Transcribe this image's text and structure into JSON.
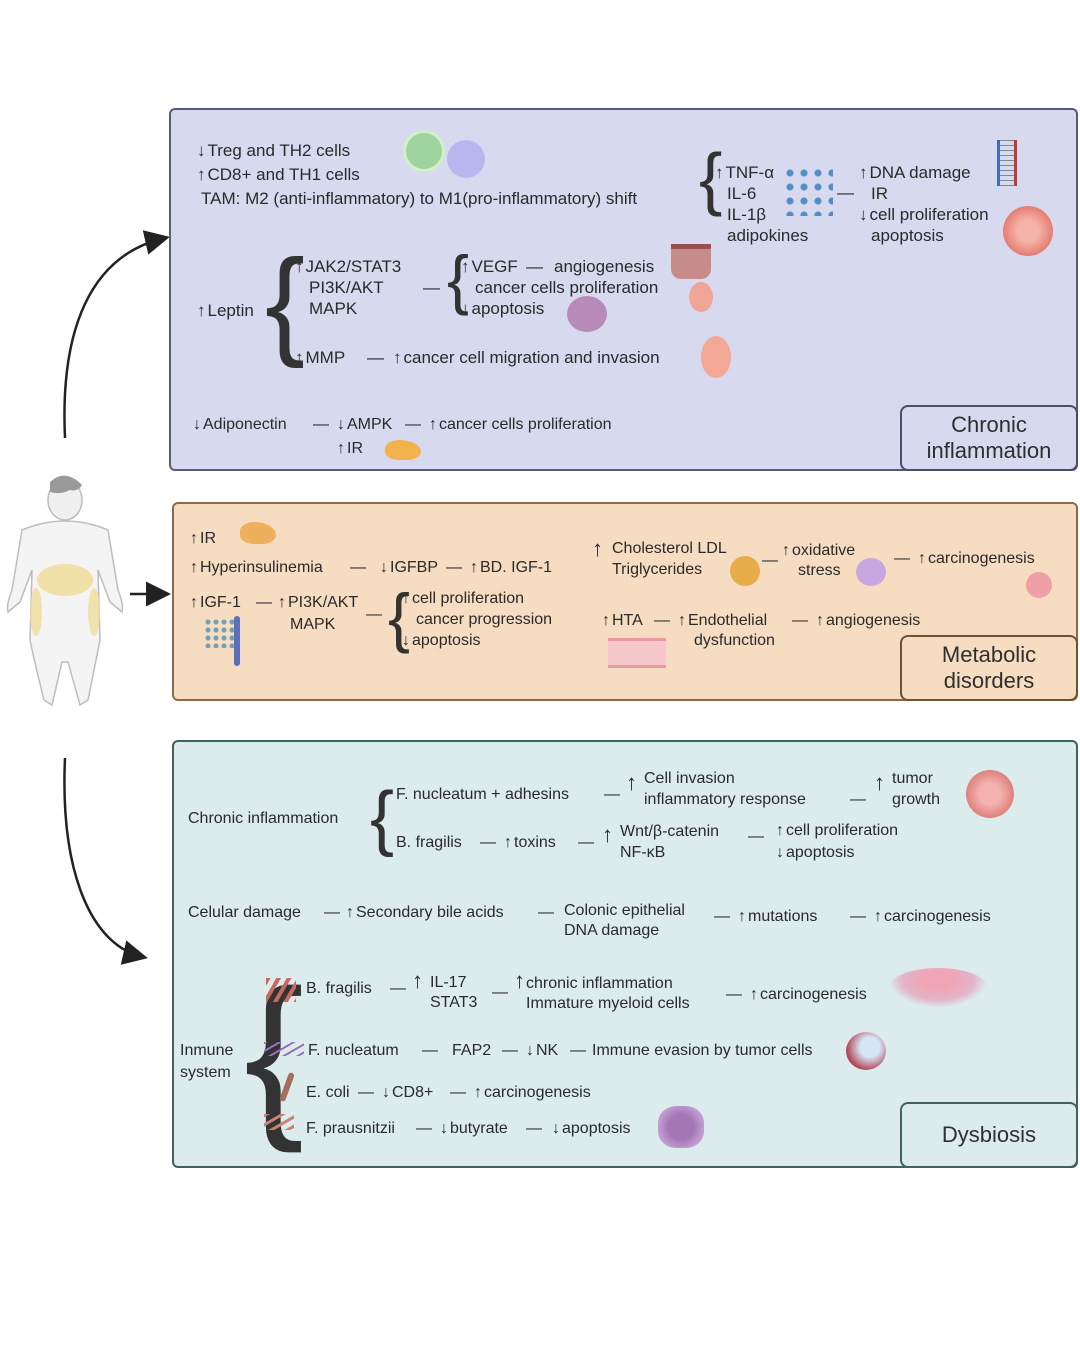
{
  "figure": {
    "subject_icon": "obese-woman-figure",
    "panels": {
      "chronic_inflammation": {
        "title": "Chronic inflammation",
        "color": "#d7d9ef",
        "cells_line1": "Treg and TH2 cells",
        "cells_line2": "CD8+ and TH1 cells",
        "tam_shift": "TAM: M2 (anti-inflammatory) to M1(pro-inflammatory) shift",
        "cytokines": [
          "TNF-α",
          "IL-6",
          "IL-1β",
          "adipokines"
        ],
        "effects_up": [
          "DNA damage",
          "IR"
        ],
        "effects_down": [
          "cell proliferation",
          "apoptosis"
        ],
        "leptin": "Leptin",
        "leptin_pathways": [
          "JAK2/STAT3",
          "PI3K/AKT",
          "MAPK"
        ],
        "vegf": "VEGF",
        "angiogenesis": "angiogenesis",
        "cancer_cells_proliferation": "cancer cells proliferation",
        "apoptosis": "apoptosis",
        "mmp": "MMP",
        "migration": "cancer cell migration and invasion",
        "adiponectin": "Adiponectin",
        "ampk": "AMPK",
        "ir": "IR",
        "adipo_result": "cancer cells proliferation"
      },
      "metabolic_disorders": {
        "title": "Metabolic disorders",
        "color": "#f6dcc0",
        "ir": "IR",
        "hyperinsulinemia": "Hyperinsulinemia",
        "igfbp": "IGFBP",
        "bd_igf1": "BD. IGF-1",
        "igf1": "IGF-1",
        "pathways": [
          "PI3K/AKT",
          "MAPK"
        ],
        "outcomes": [
          "cell proliferation",
          "cancer progression",
          "apoptosis"
        ],
        "lipids": [
          "Cholesterol LDL",
          "Triglycerides"
        ],
        "oxidative_stress": [
          "oxidative",
          "stress"
        ],
        "carcinogenesis": "carcinogenesis",
        "hta": "HTA",
        "endothelial": [
          "Endothelial",
          "dysfunction"
        ],
        "angiogenesis": "angiogenesis"
      },
      "dysbiosis": {
        "title": "Dysbiosis",
        "color": "#dcecec",
        "chronic_inflammation_label": "Chronic inflammation",
        "fnuc_adhesins": "F. nucleatum + adhesins",
        "cell_invasion": [
          "Cell invasion",
          "inflammatory response"
        ],
        "tumor_growth": [
          "tumor",
          "growth"
        ],
        "bfrag1": "B. fragilis",
        "toxins": "toxins",
        "wnt": [
          "Wnt/β-catenin",
          "NF-κB"
        ],
        "cell_prolif": "cell proliferation",
        "apoptosis": "apoptosis",
        "celular_damage": "Celular damage",
        "bile_acids": "Secondary bile acids",
        "colonic": [
          "Colonic epithelial",
          "DNA damage"
        ],
        "mutations": "mutations",
        "carcinogenesis": "carcinogenesis",
        "immune_label": [
          "Inmune",
          "system"
        ],
        "bfrag2": "B. fragilis",
        "il17": [
          "IL-17",
          "STAT3"
        ],
        "chronic_infl": [
          "chronic inflammation",
          "Immature myeloid cells"
        ],
        "carcinogenesis2": "carcinogenesis",
        "fnuc2": "F. nucleatum",
        "fap2": "FAP2",
        "nk": "NK",
        "immune_evasion": "Immune evasion by tumor cells",
        "ecoli": "E. coli",
        "cd8": "CD8+",
        "carcinogenesis3": "carcinogenesis",
        "fpraus": "F. prausnitzii",
        "butyrate": "butyrate",
        "apoptosis2": "apoptosis"
      }
    }
  }
}
